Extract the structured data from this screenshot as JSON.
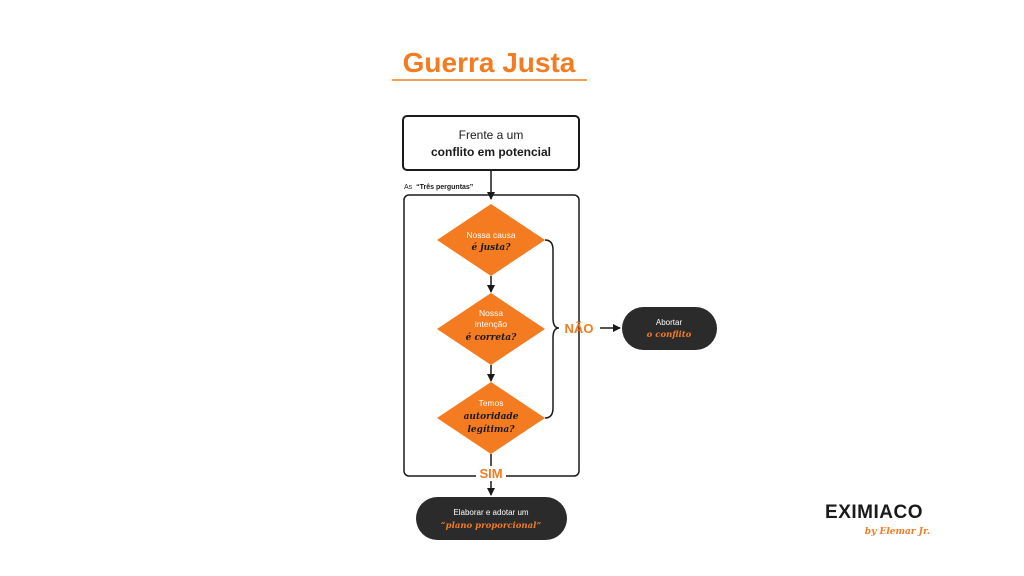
{
  "title": "Guerra Justa",
  "start": {
    "line1": "Frente a um",
    "line2": "conflito em potencial"
  },
  "group": {
    "prefix": "As",
    "label": "“Três perguntas”"
  },
  "questions": [
    {
      "line1": "Nossa causa",
      "line2": "é justa?"
    },
    {
      "line1": "Nossa",
      "line2": "intenção",
      "line3": "é correta?"
    },
    {
      "line1": "Temos",
      "line2": "autoridade",
      "line3": "legítima?"
    }
  ],
  "no_label": "NÃO",
  "yes_label": "SIM",
  "abort": {
    "line1": "Abortar",
    "line2": "o conflito"
  },
  "result": {
    "line1": "Elaborar e adotar um",
    "line2": "“plano proporcional”"
  },
  "logo": {
    "brand": "EXIMIACO",
    "tagline": "by Elemar Jr."
  },
  "colors": {
    "accent": "#f47b20",
    "dark": "#2b2b2b",
    "text": "#1a1a1a"
  }
}
